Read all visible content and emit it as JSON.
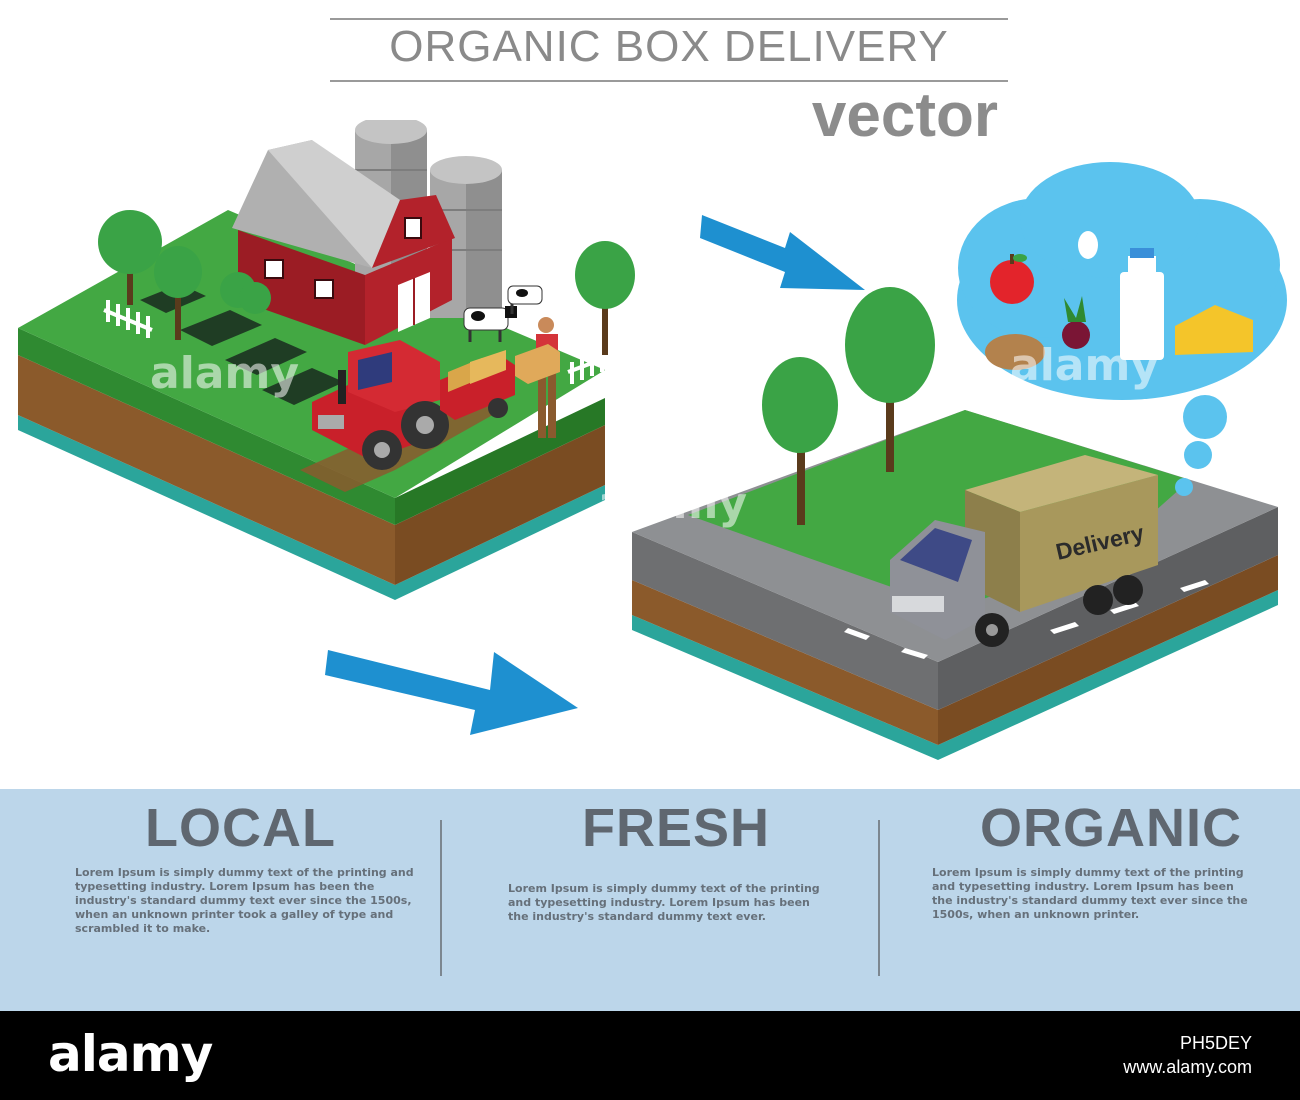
{
  "header": {
    "title": "ORGANIC BOX DELIVERY",
    "subtitle": "vector"
  },
  "scene": {
    "truck_label": "Delivery",
    "watermark": "alamy",
    "colors": {
      "grass": "#3c9b3c",
      "soil": "#8b5a2b",
      "water_layer": "#2ba59b",
      "road": "#8e9093",
      "arrow": "#1e90d0",
      "barn": "#9b1c24",
      "tractor": "#c9202a",
      "thought_bubble": "#5bc3ee"
    },
    "bubble_items": [
      "apple-icon",
      "egg-icon",
      "beet-icon",
      "milk-bottle-icon",
      "cheese-icon",
      "potato-icon"
    ]
  },
  "info": {
    "columns": [
      {
        "heading": "LOCAL",
        "body": "Lorem Ipsum is simply dummy text of the printing and typesetting industry. Lorem Ipsum has been the industry's standard dummy text ever since the 1500s, when an unknown printer took a galley of type and scrambled it to make."
      },
      {
        "heading": "FRESH",
        "body": "Lorem Ipsum is simply dummy text of the printing and typesetting industry. Lorem Ipsum has been the industry's standard dummy text ever."
      },
      {
        "heading": "ORGANIC",
        "body": "Lorem Ipsum is simply dummy text of the printing and typesetting industry. Lorem Ipsum has been the industry's standard dummy text ever since the 1500s, when an unknown printer."
      }
    ],
    "background": "#bcd6ea"
  },
  "footer": {
    "logo": "alamy",
    "image_id": "PH5DEY",
    "site": "www.alamy.com"
  }
}
